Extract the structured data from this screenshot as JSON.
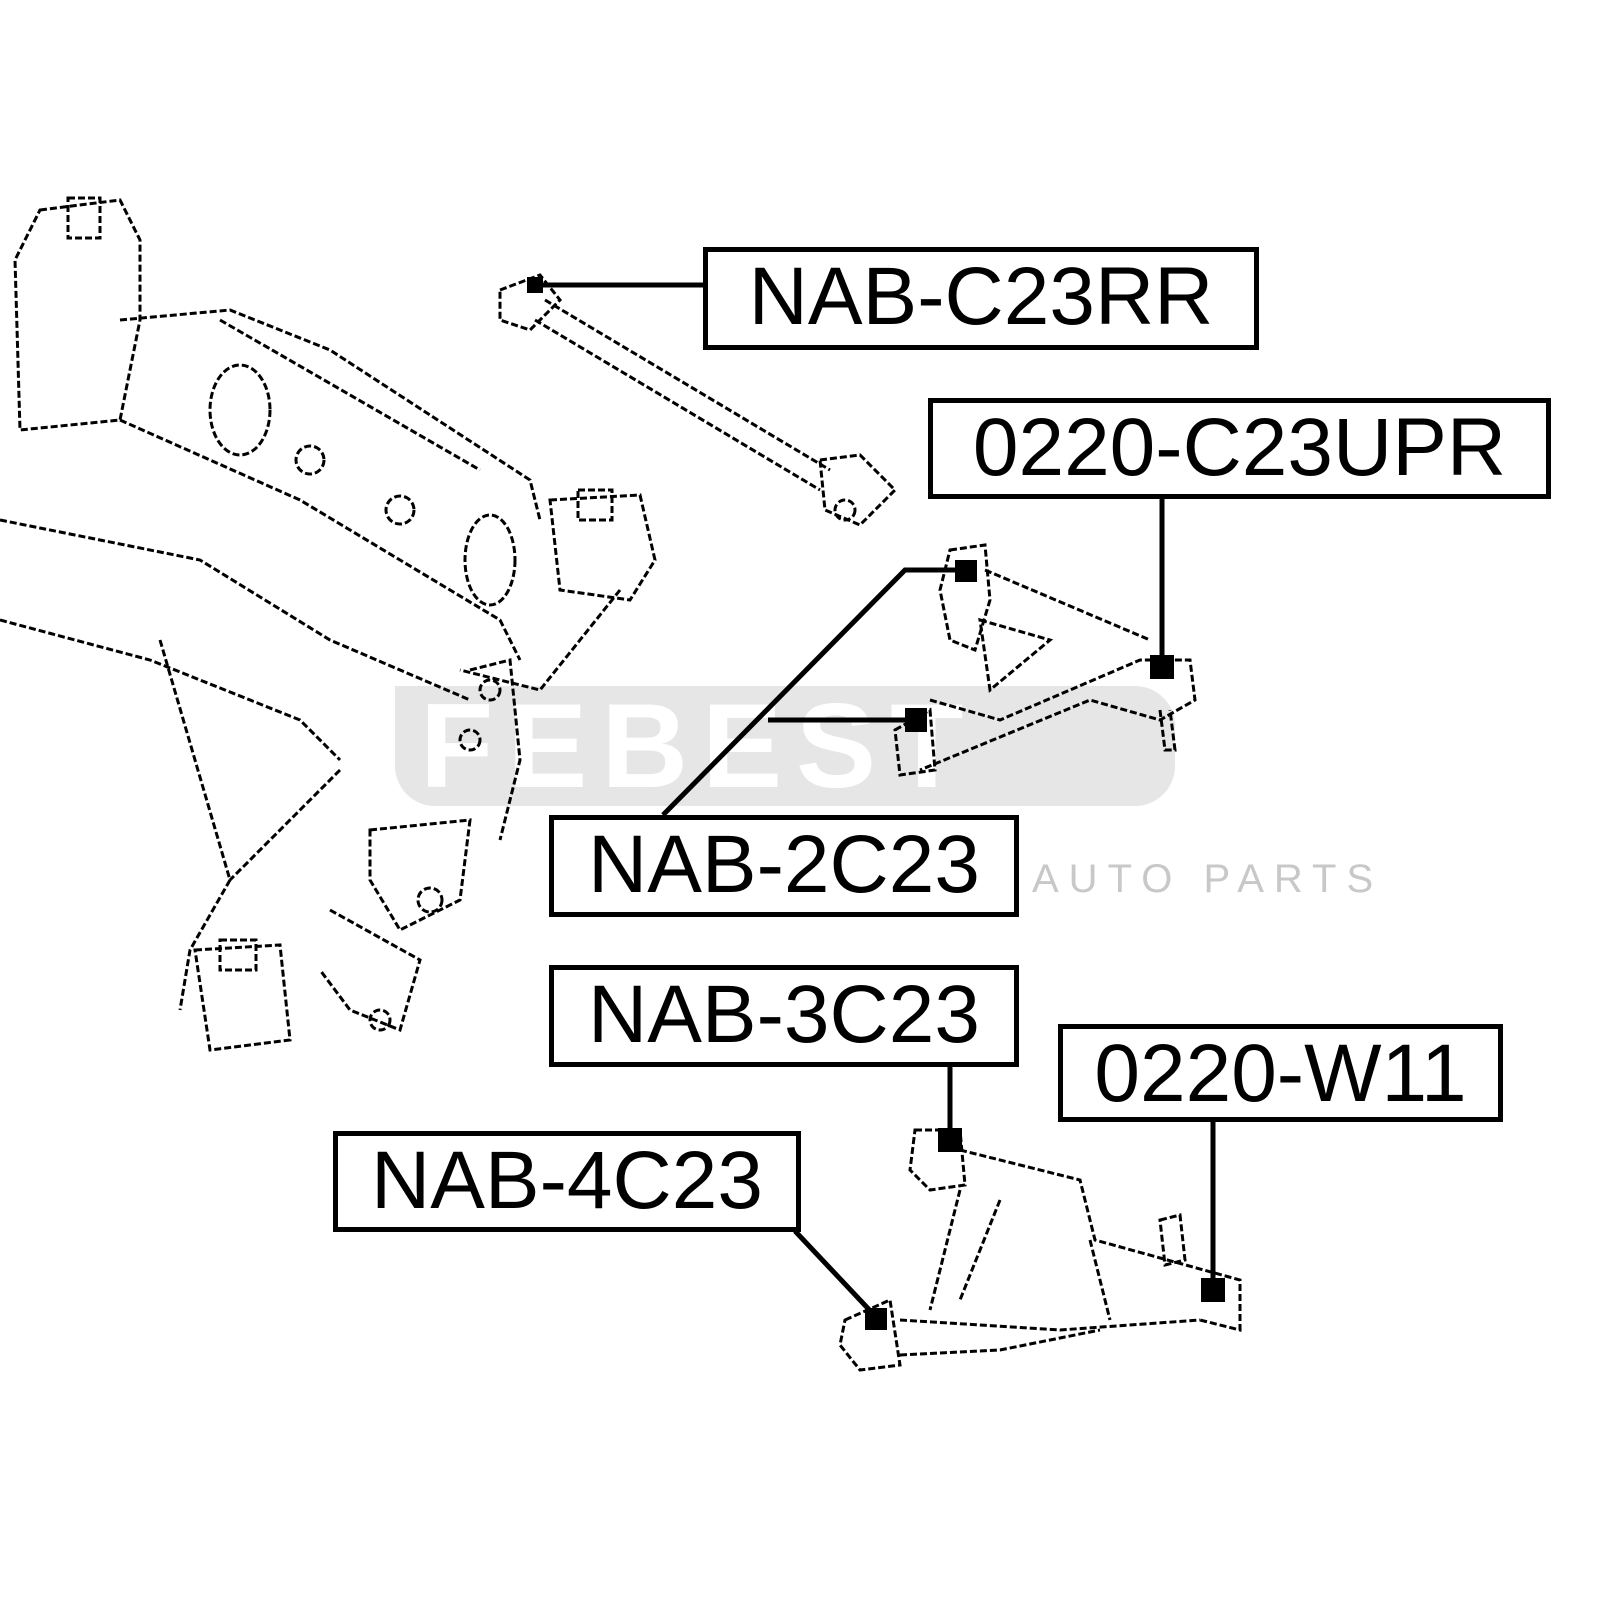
{
  "watermark": {
    "brand": "FEBEST",
    "tagline": "AUTO PARTS"
  },
  "labels": {
    "rear_rod": "NAB-C23RR",
    "upper_ball_joint": "0220-C23UPR",
    "upper_arm_bushing": "NAB-2C23",
    "lower_arm_bushing_front": "NAB-3C23",
    "lower_ball_joint": "0220-W11",
    "lower_arm_bushing_rear": "NAB-4C23"
  }
}
